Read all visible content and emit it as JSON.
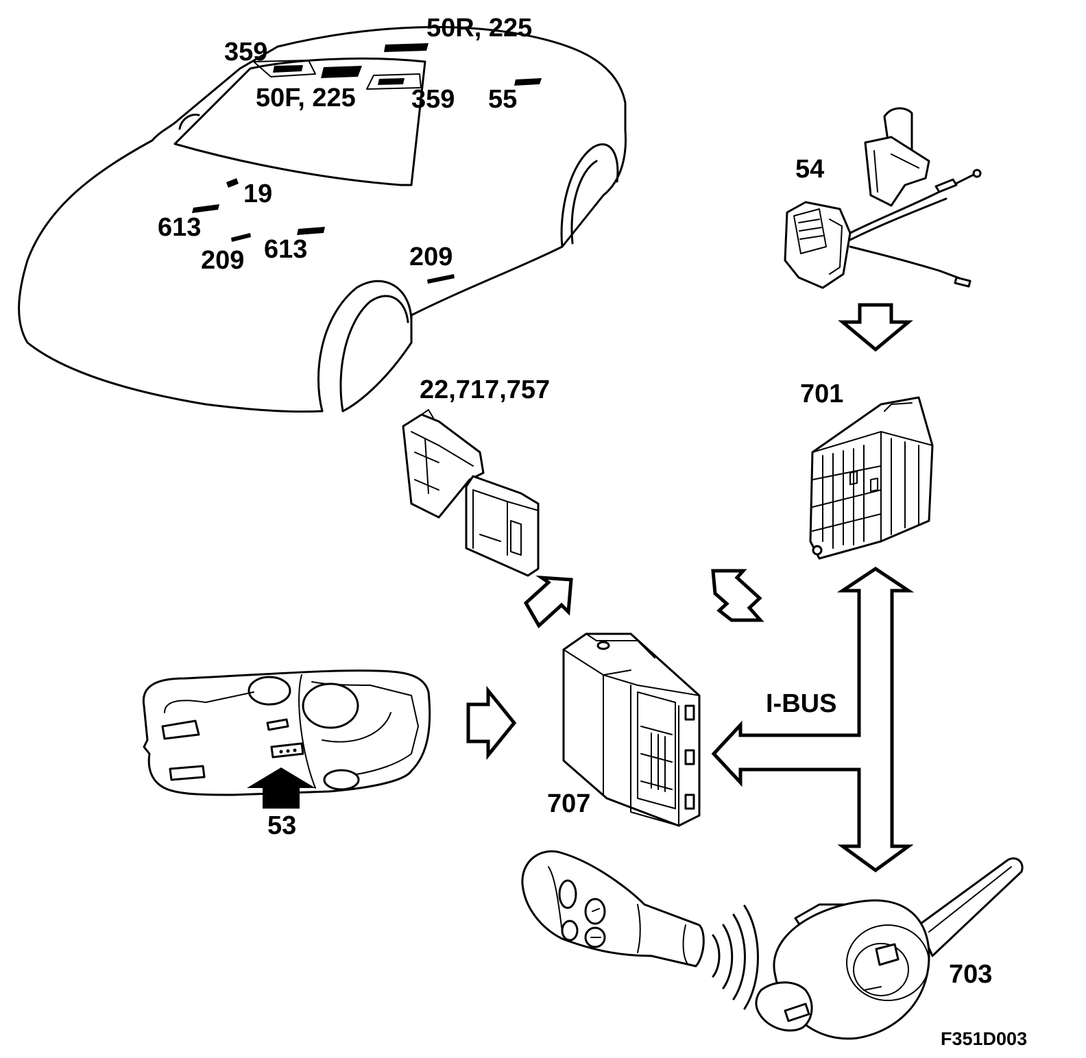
{
  "labels": {
    "roof_top": "50R, 225",
    "windscreen_left": "359",
    "windscreen_center": "50F, 225",
    "windscreen_right": "359",
    "roof_rear": "55",
    "hood_center": "19",
    "hood_left": "613",
    "hood_front": "209",
    "hood_right": "613",
    "wing": "209",
    "door_lock": "54",
    "central_module": "22,717,757",
    "fuse_box": "701",
    "interior_light": "53",
    "control_unit": "707",
    "bus": "I-BUS",
    "steering_switch": "703",
    "figure_code": "F351D003"
  }
}
